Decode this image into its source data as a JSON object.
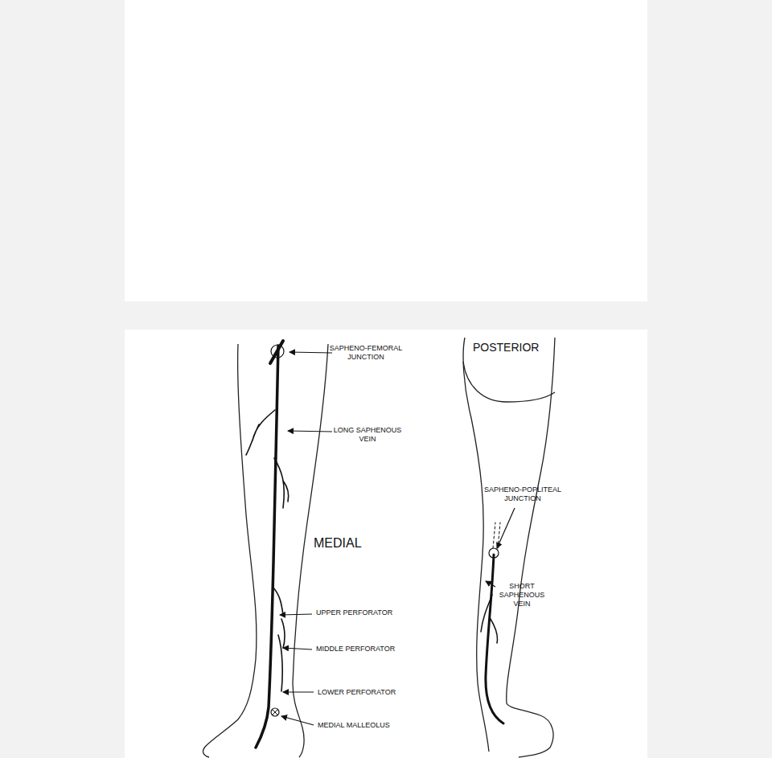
{
  "diagram": {
    "labels": [
      "SAPHENO-FEMORAL JUNCTION",
      "POSTERIOR",
      "LONG SAPHENOUS VEIN",
      "SAPHENO-POPLITEAL JUNCTION",
      "MEDIAL",
      "SHORT SAPHENOUS VEIN",
      "UPPER PERFORATOR",
      "MIDDLE PERFORATOR",
      "LOWER PERFORATOR",
      "MEDIAL MALLEOLUS"
    ]
  }
}
